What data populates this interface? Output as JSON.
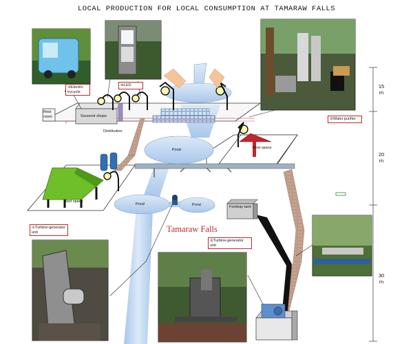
{
  "title": "LOCAL PRODUCTION FOR LOCAL CONSUMPTION AT TAMARAW FALLS",
  "main_label": "Tamaraw Falls",
  "boxes": {
    "electric_trycycle": "③Electric trycycle",
    "led": "④LED",
    "water_purifier": "⑤Water purifier",
    "turbine_generator_1": "①Turbine-generator unit",
    "turbine_generator_2": "②Turbine-generator unit"
  },
  "labels": {
    "rest_room": "Rest room",
    "souvenir_shops": "Souvenir shops",
    "distribution": "Distribution",
    "pond_upper": "Pond",
    "pond_lower_left": "Pond",
    "pond_lower_right": "Pond",
    "rest_space_right": "Rest space",
    "rest_space_left": "Rest space",
    "forebay_tank": "Forebay tank"
  },
  "dimensions": [
    {
      "value": "15",
      "unit": "m"
    },
    {
      "value": "20",
      "unit": "m"
    },
    {
      "value": "30",
      "unit": "m"
    }
  ],
  "colors": {
    "accent_red": "#c0262c",
    "water_blue": "#c3daf2",
    "roof_green": "#6fbf2a",
    "brick": "#c9a28e"
  }
}
